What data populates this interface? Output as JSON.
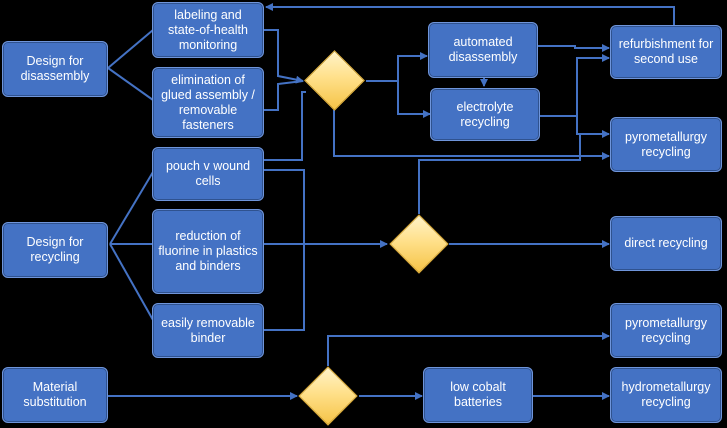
{
  "colors": {
    "background": "#000000",
    "box_fill": "#4472c4",
    "line": "#4472c4",
    "diamond_fill": "#ffd966",
    "text": "#ffffff"
  },
  "nodes": {
    "design_disassembly": "Design for disassembly",
    "labeling": "labeling and state-of-health monitoring",
    "glue": "elimination of glued assembly / removable fasteners",
    "automated": "automated disassembly",
    "electrolyte": "electrolyte recycling",
    "refurbishment": "refurbishment for second use",
    "pyro1": "pyrometallurgy recycling",
    "design_recycling": "Design for recycling",
    "pouch": "pouch v wound cells",
    "fluorine": "reduction of fluorine in plastics and binders",
    "binder": "easily removable binder",
    "direct": "direct recycling",
    "pyro2": "pyrometallurgy recycling",
    "material": "Material substitution",
    "low_cobalt": "low cobalt batteries",
    "hydro": "hydrometallurgy recycling"
  }
}
